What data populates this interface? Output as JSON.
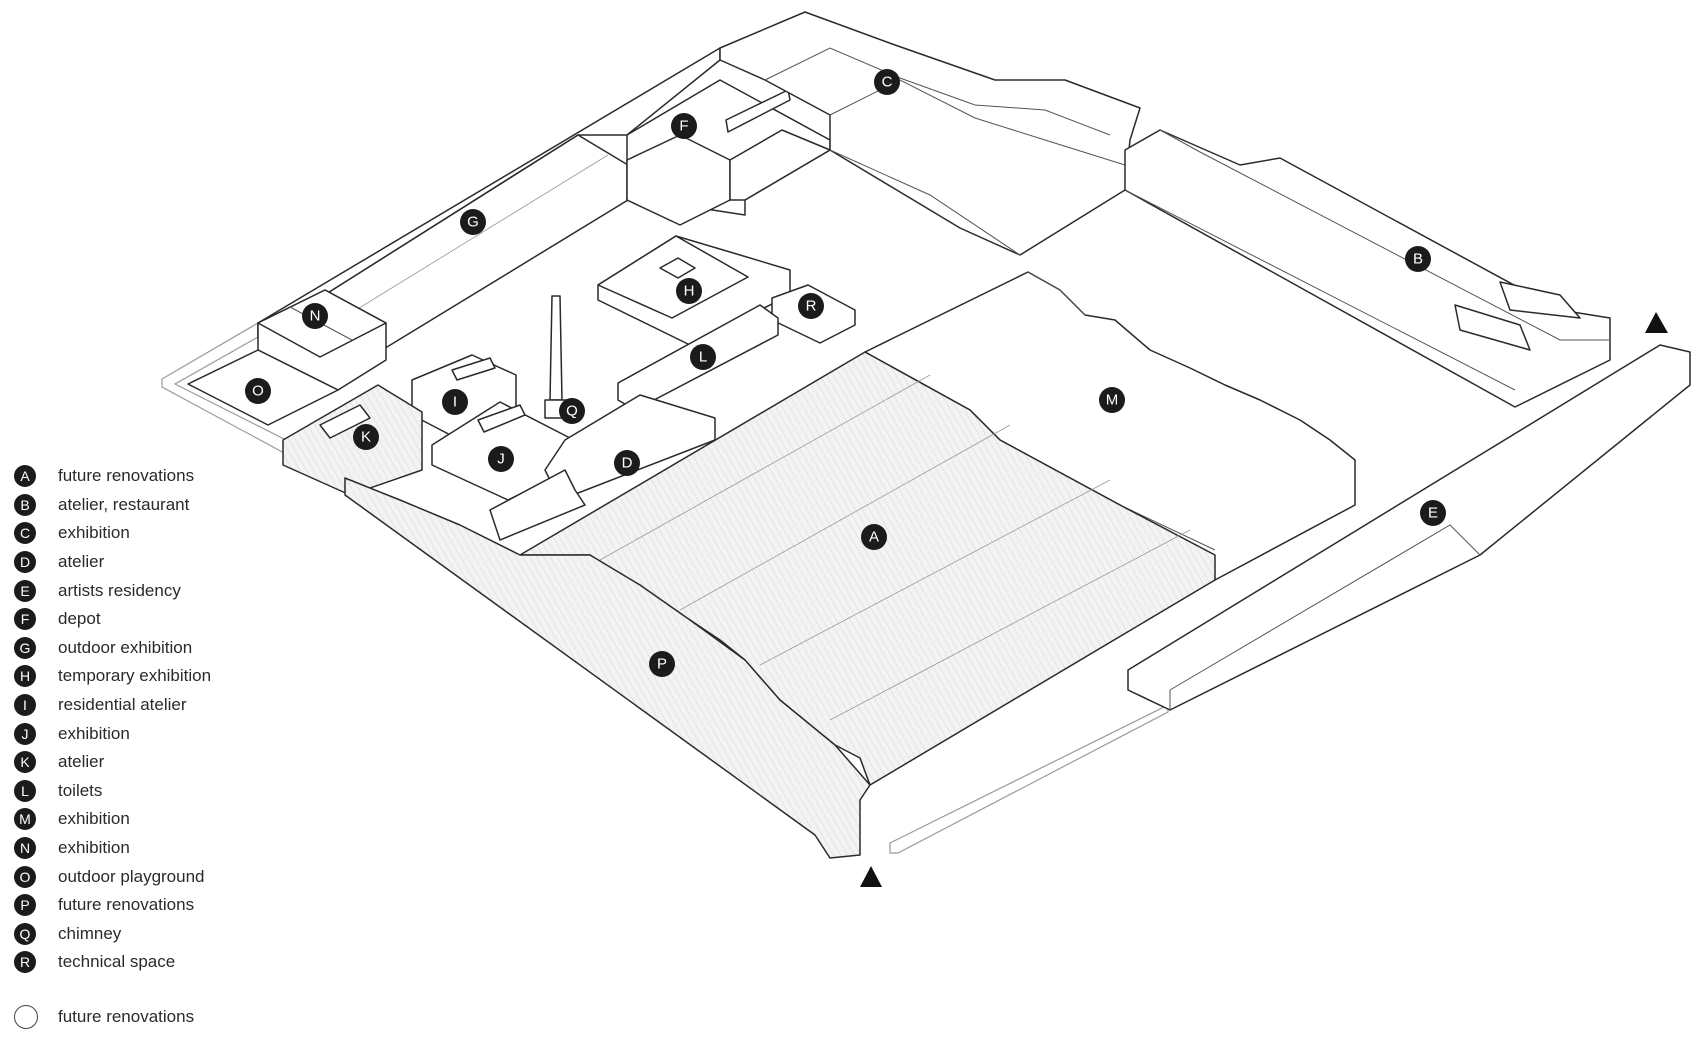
{
  "legend": [
    {
      "key": "A",
      "label": "future renovations"
    },
    {
      "key": "B",
      "label": "atelier, restaurant"
    },
    {
      "key": "C",
      "label": "exhibition"
    },
    {
      "key": "D",
      "label": "atelier"
    },
    {
      "key": "E",
      "label": "artists residency"
    },
    {
      "key": "F",
      "label": "depot"
    },
    {
      "key": "G",
      "label": "outdoor exhibition"
    },
    {
      "key": "H",
      "label": "temporary exhibition"
    },
    {
      "key": "I",
      "label": "residential atelier"
    },
    {
      "key": "J",
      "label": "exhibition"
    },
    {
      "key": "K",
      "label": "atelier"
    },
    {
      "key": "L",
      "label": "toilets"
    },
    {
      "key": "M",
      "label": "exhibition"
    },
    {
      "key": "N",
      "label": "exhibition"
    },
    {
      "key": "O",
      "label": "outdoor playground"
    },
    {
      "key": "P",
      "label": "future renovations"
    },
    {
      "key": "Q",
      "label": "chimney"
    },
    {
      "key": "R",
      "label": "technical space"
    }
  ],
  "legend_extra": {
    "label": "future renovations"
  },
  "markers": {
    "A": "A",
    "B": "B",
    "C": "C",
    "D": "D",
    "E": "E",
    "F": "F",
    "G": "G",
    "H": "H",
    "I": "I",
    "J": "J",
    "K": "K",
    "L": "L",
    "M": "M",
    "N": "N",
    "O": "O",
    "P": "P",
    "Q": "Q",
    "R": "R"
  },
  "colors": {
    "marker_fill": "#1b1b1b",
    "line": "#2a2a2a",
    "background": "#ffffff"
  }
}
